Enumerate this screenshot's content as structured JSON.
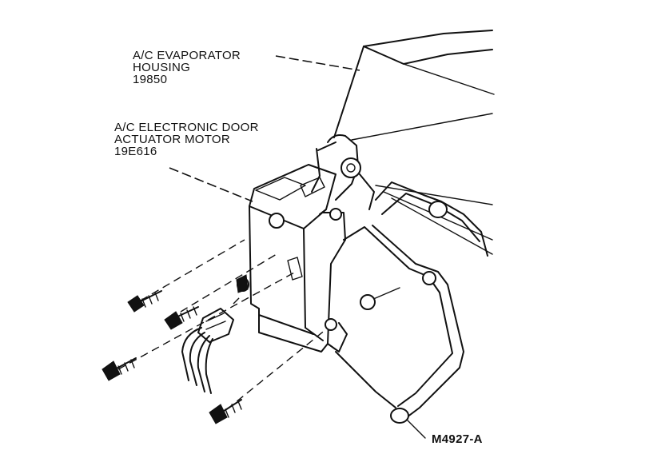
{
  "diagram": {
    "labels": {
      "evaporator_housing": [
        "A/C EVAPORATOR",
        "HOUSING",
        "19850"
      ],
      "door_actuator_motor": [
        "A/C ELECTRONIC DOOR",
        "ACTUATOR MOTOR",
        "19E616"
      ]
    },
    "reference_code": "M4927-A"
  },
  "colors": {
    "ink": "#111111",
    "paper": "#ffffff"
  }
}
